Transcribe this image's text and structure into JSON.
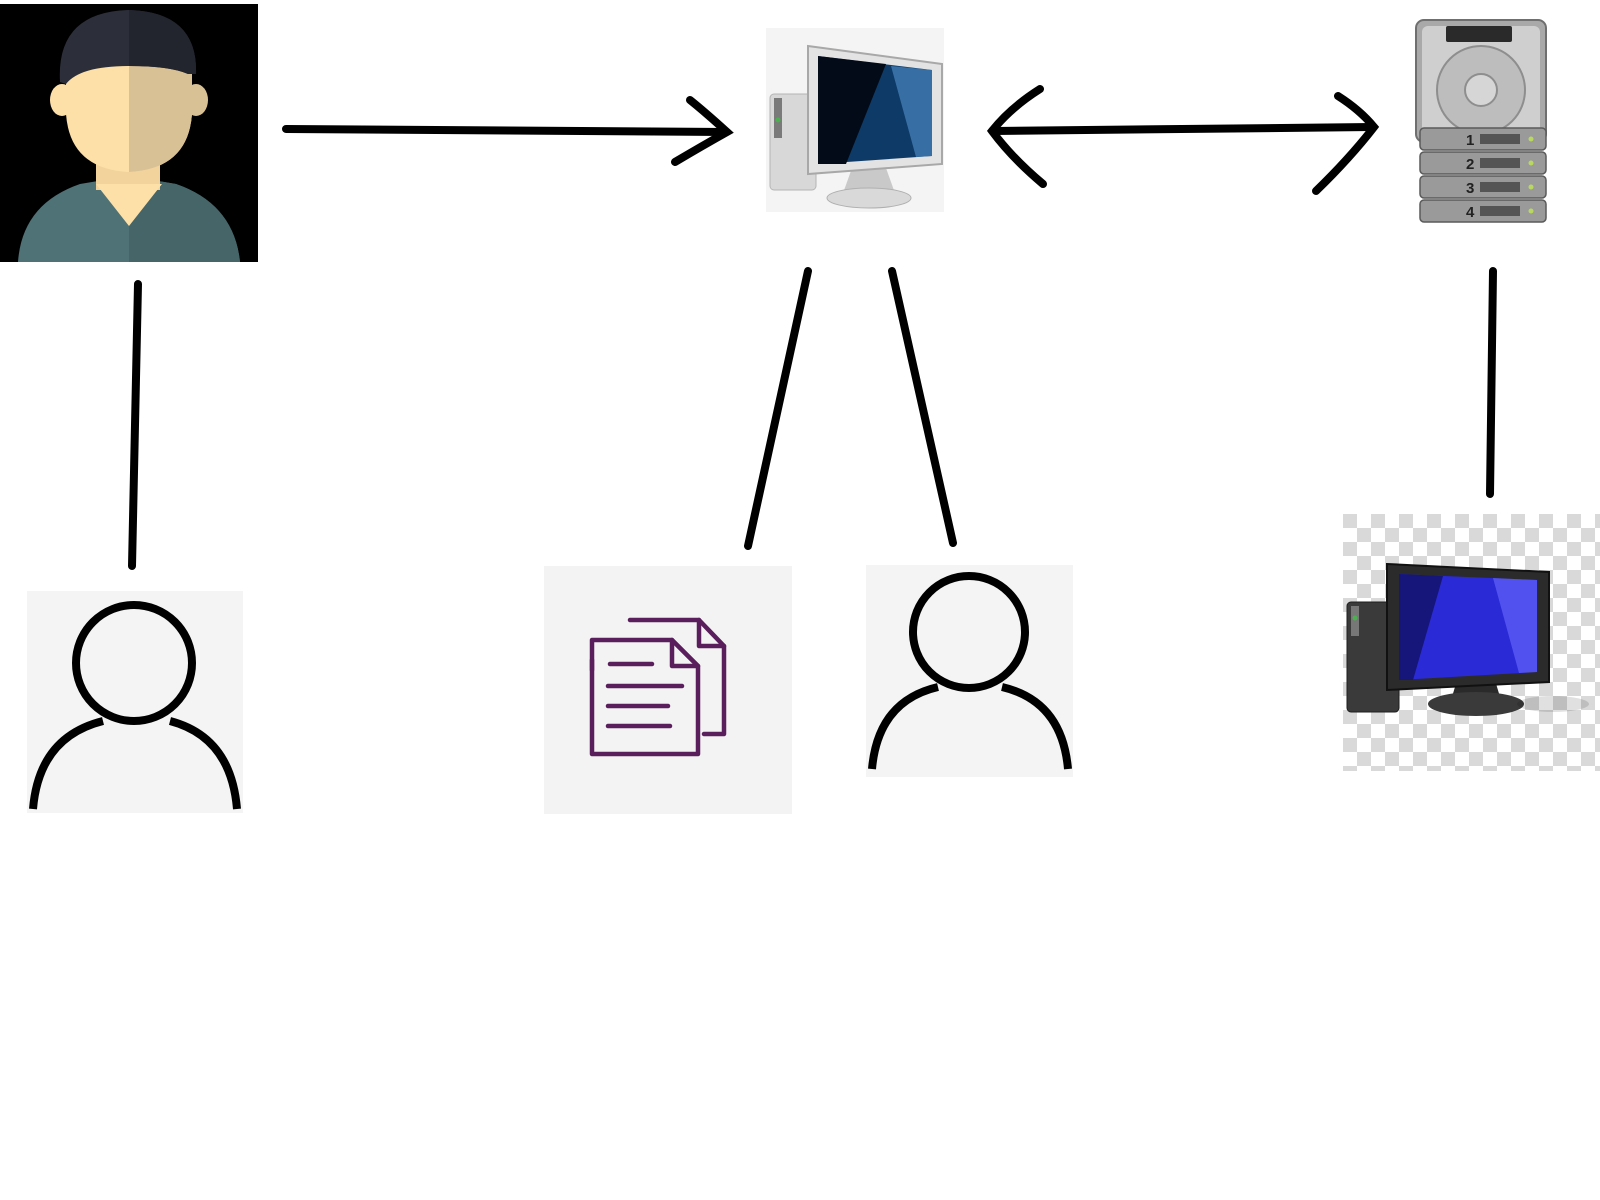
{
  "diagram": {
    "nodes": [
      {
        "id": "user-main",
        "icon": "user-avatar-icon",
        "colors": {
          "background": "#000000",
          "skin": "#fde0a8",
          "shirt": "#4f7277",
          "hair": "#2c2f3a"
        }
      },
      {
        "id": "computer-center",
        "icon": "desktop-computer-icon",
        "colors": {
          "screen": "#0d3a66"
        }
      },
      {
        "id": "disk-storage",
        "icon": "hard-drive-stack-icon",
        "drive_labels": [
          "1",
          "2",
          "3",
          "4"
        ]
      },
      {
        "id": "user-left",
        "icon": "user-outline-icon"
      },
      {
        "id": "document",
        "icon": "document-copy-icon",
        "colors": {
          "stroke": "#5a1e5c"
        }
      },
      {
        "id": "user-center",
        "icon": "user-outline-icon"
      },
      {
        "id": "computer-right",
        "icon": "desktop-computer-icon",
        "colors": {
          "screen": "#2a2ad6"
        }
      }
    ],
    "edges": [
      {
        "from": "user-main",
        "to": "computer-center",
        "arrow": "forward"
      },
      {
        "from": "computer-center",
        "to": "disk-storage",
        "arrow": "both"
      },
      {
        "from": "user-main",
        "to": "user-left",
        "arrow": "none"
      },
      {
        "from": "computer-center",
        "to": "document",
        "arrow": "none"
      },
      {
        "from": "computer-center",
        "to": "user-center",
        "arrow": "none"
      },
      {
        "from": "disk-storage",
        "to": "computer-right",
        "arrow": "none"
      }
    ]
  }
}
